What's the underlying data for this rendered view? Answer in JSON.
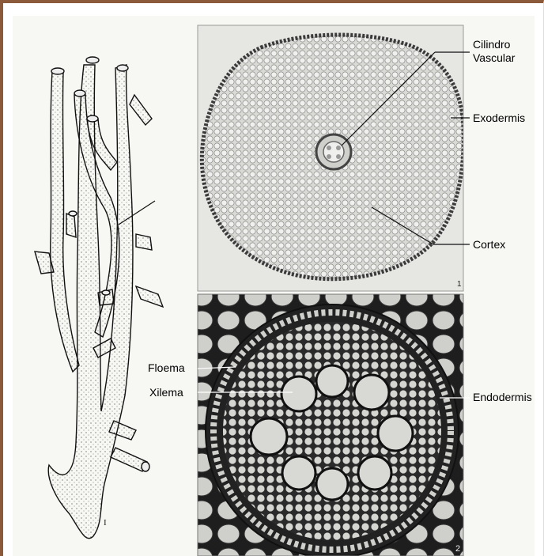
{
  "labels": {
    "vascular_cylinder_line1": "Cilindro",
    "vascular_cylinder_line2": "Vascular",
    "exodermis": "Exodermis",
    "cortex": "Cortex",
    "phloem": "Floema",
    "xylem": "Xilema",
    "endodermis": "Endodermis"
  },
  "plate_numbers": {
    "top_photo": "1",
    "bottom_photo": "2",
    "drawing": "I"
  },
  "colors": {
    "frame": "#8a5a3a",
    "paper": "#f7f7f3",
    "photo_top_bg": "#e6e6e3",
    "photo_bottom_bg": "#d7d7d4",
    "ink": "#111111"
  }
}
